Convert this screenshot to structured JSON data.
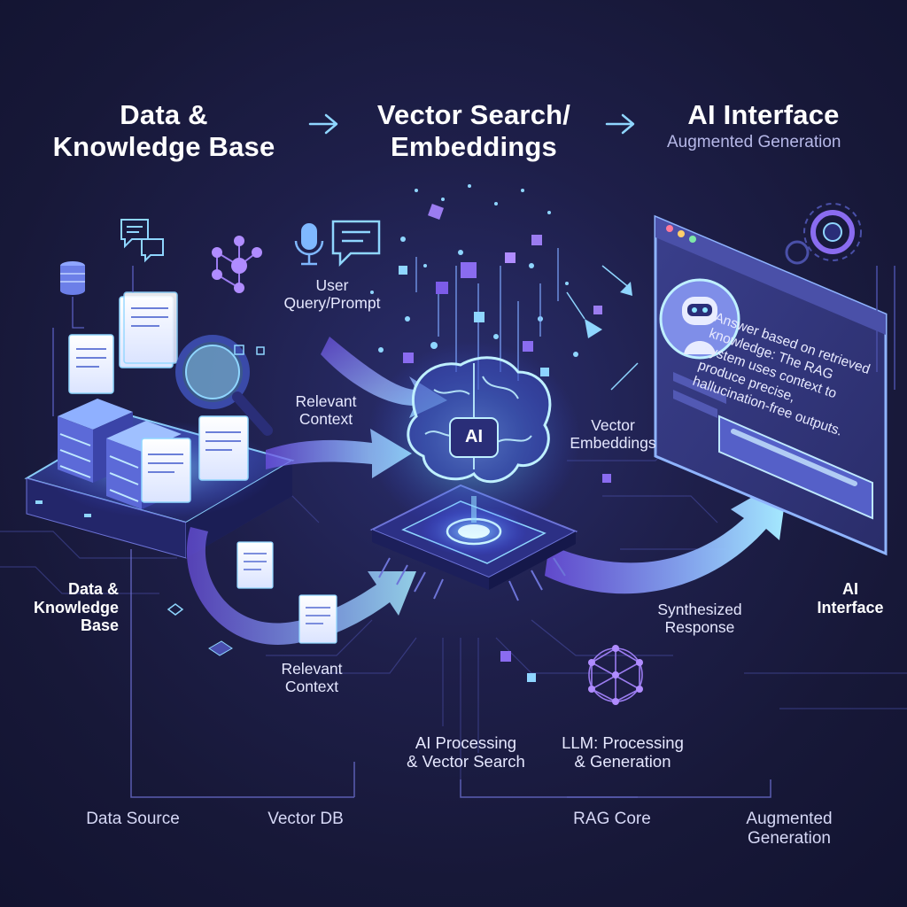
{
  "header": {
    "col1_title": "Data &\nKnowledge Base",
    "col2_title": "Vector Search/\nEmbeddings",
    "col3_title": "AI Interface",
    "col3_subtitle": "Augmented Generation"
  },
  "labels": {
    "user_query": "User\nQuery/Prompt",
    "relevant_context_top": "Relevant\nContext",
    "relevant_context_bottom": "Relevant\nContext",
    "vector_embeddings": "Vector\nEmbeddings",
    "synthesized_response": "Synthesized\nResponse",
    "data_knowledge_base": "Data &\nKnowledge\nBase",
    "ai_interface": "AI\nInterface",
    "ai_processing": "AI Processing\n& Vector Search",
    "llm_processing": "LLM: Processing\n& Generation",
    "ai_chip": "AI"
  },
  "interface_panel": {
    "answer_text": "Answer based on retrieved knowledge: The RAG system uses context to produce precise, hallucination-free outputs."
  },
  "footer": {
    "data_source": "Data Source",
    "vector_db": "Vector DB",
    "rag_core": "RAG Core",
    "augmented_generation": "Augmented\nGeneration"
  },
  "colors": {
    "accent_cyan": "#7fd8ff",
    "accent_purple": "#8a6cf0",
    "background": "#1a1b3d",
    "arrow_gradient_start": "#7a5cf0",
    "arrow_gradient_end": "#9fe6ff"
  },
  "icons": [
    "database-icon",
    "document-icon",
    "server-stack-icon",
    "magnifier-icon",
    "chat-bubble-icon",
    "network-graph-icon",
    "microphone-icon",
    "message-icon",
    "brain-icon",
    "processor-chip-icon",
    "robot-avatar-icon",
    "gear-icon",
    "neural-network-icon"
  ]
}
